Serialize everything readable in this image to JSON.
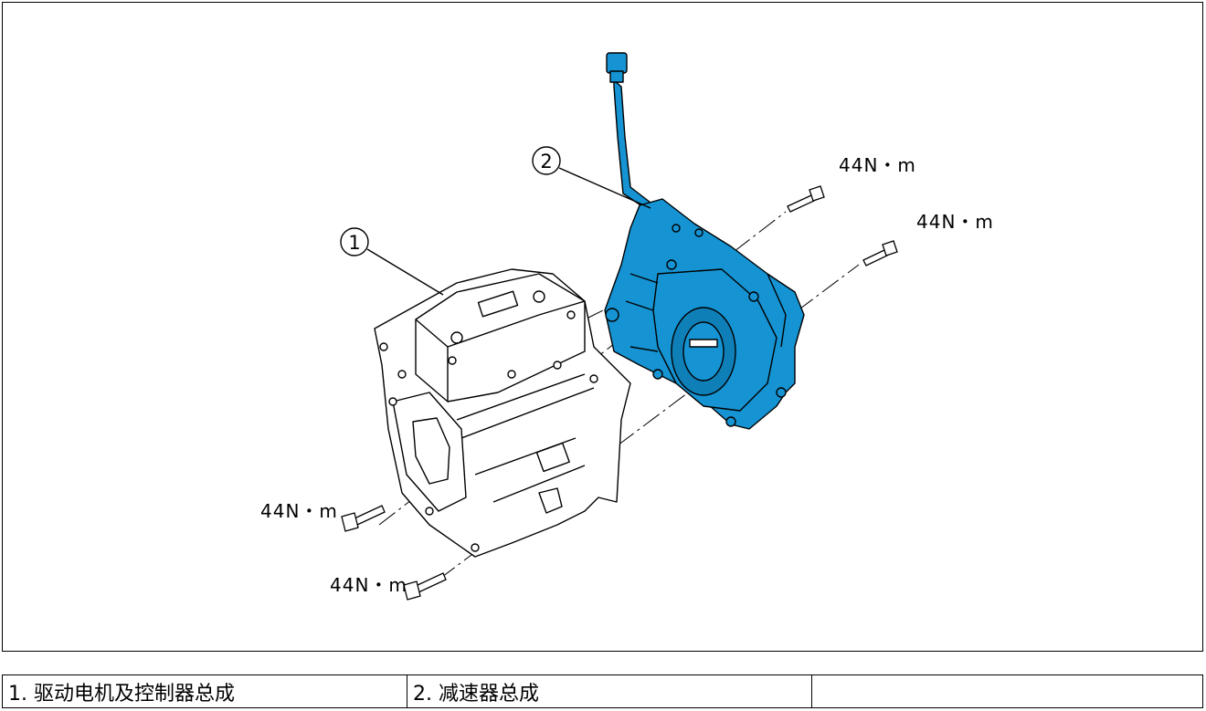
{
  "callouts": [
    {
      "id": "1"
    },
    {
      "id": "2"
    }
  ],
  "torque_labels": [
    "44N・m",
    "44N・m",
    "44N・m",
    "44N・m"
  ],
  "legend": [
    "1. 驱动电机及控制器总成",
    "2. 减速器总成",
    ""
  ],
  "colors": {
    "reducer_fill": "#1593d2",
    "outline": "#000000"
  }
}
